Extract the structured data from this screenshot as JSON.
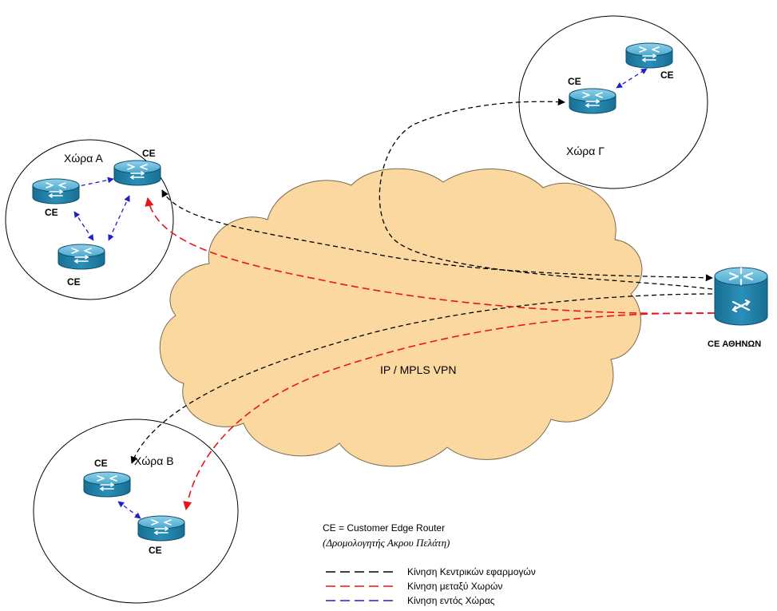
{
  "cloud_label": "IP / MPLS VPN",
  "regions": {
    "a": {
      "label": "Χώρα Α"
    },
    "b": {
      "label": "Χώρα Β"
    },
    "c": {
      "label": "Χώρα Γ"
    }
  },
  "routers": {
    "a_top": {
      "label": "CE"
    },
    "a_left": {
      "label": "CE"
    },
    "a_bottom": {
      "label": "CE"
    },
    "b_top": {
      "label": "CE"
    },
    "b_bottom": {
      "label": "CE"
    },
    "c_left": {
      "label": "CE"
    },
    "c_right": {
      "label": "CE"
    },
    "athens": {
      "label": "CE ΑΘΗΝΩΝ"
    }
  },
  "definition": {
    "line1": "CE = Customer Edge Router",
    "line2": "(Δρομολογητής Ακρου Πελάτη)"
  },
  "legend": [
    {
      "label": "Κίνηση Κεντρικών εφαρμογών",
      "color": "#000000"
    },
    {
      "label": "Κίνηση μεταξύ  Χωρών",
      "color": "#e8141a"
    },
    {
      "label": "Κίνηση εντός Χώρας",
      "color": "#1f20c8"
    }
  ],
  "colors": {
    "cloud_fill": "#fbd8a0",
    "router_body": "#1f7fa6",
    "router_top": "#6bbedc"
  }
}
